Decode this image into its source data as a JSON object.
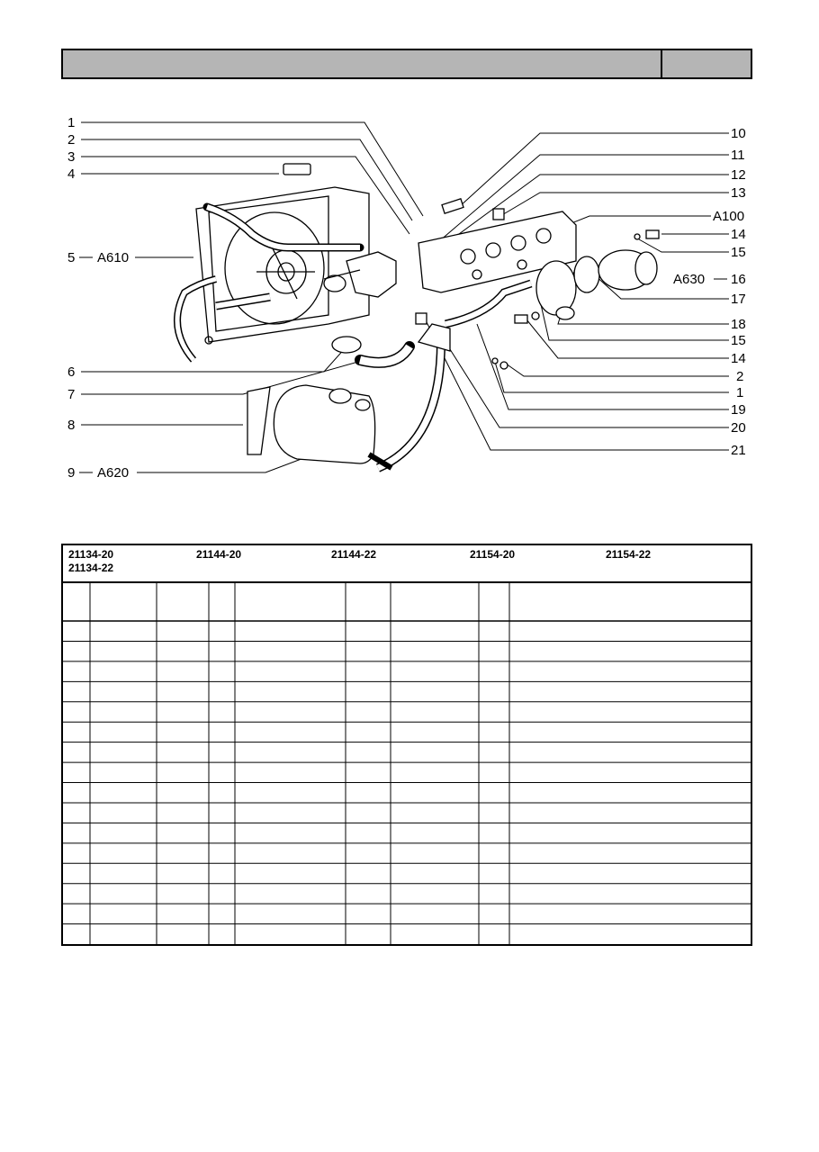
{
  "header": {
    "title": "",
    "page": ""
  },
  "callouts": {
    "left": [
      {
        "num": "1",
        "code": ""
      },
      {
        "num": "2",
        "code": ""
      },
      {
        "num": "3",
        "code": ""
      },
      {
        "num": "4",
        "code": ""
      },
      {
        "num": "5",
        "code": "A610"
      },
      {
        "num": "6",
        "code": ""
      },
      {
        "num": "7",
        "code": ""
      },
      {
        "num": "8",
        "code": ""
      },
      {
        "num": "9",
        "code": "A620"
      }
    ],
    "right": [
      {
        "num": "10",
        "code": ""
      },
      {
        "num": "11",
        "code": ""
      },
      {
        "num": "12",
        "code": ""
      },
      {
        "num": "13",
        "code": ""
      },
      {
        "num": "",
        "code": "A100"
      },
      {
        "num": "14",
        "code": ""
      },
      {
        "num": "15",
        "code": ""
      },
      {
        "num": "16",
        "code": "A630"
      },
      {
        "num": "17",
        "code": ""
      },
      {
        "num": "18",
        "code": ""
      },
      {
        "num": "15",
        "code": ""
      },
      {
        "num": "14",
        "code": ""
      },
      {
        "num": "2",
        "code": ""
      },
      {
        "num": "1",
        "code": ""
      },
      {
        "num": "19",
        "code": ""
      },
      {
        "num": "20",
        "code": ""
      },
      {
        "num": "21",
        "code": ""
      }
    ]
  },
  "table": {
    "models": [
      "21134-20",
      "21134-22",
      "21144-20",
      "21144-22",
      "21154-20",
      "21154-22"
    ],
    "row_count": 16
  }
}
